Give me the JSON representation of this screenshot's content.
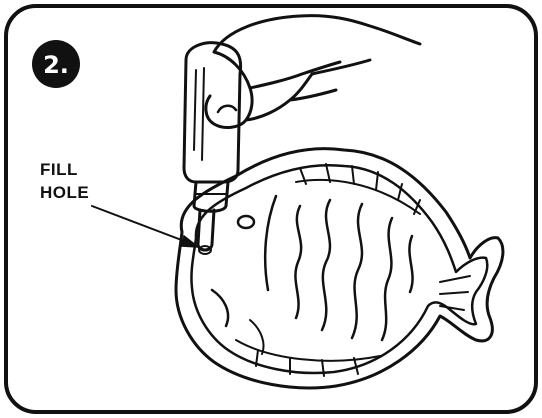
{
  "step": {
    "number": "2."
  },
  "callout": {
    "line1": "FILL",
    "line2": "HOLE"
  },
  "colors": {
    "ink": "#111111",
    "paper": "#ffffff"
  }
}
